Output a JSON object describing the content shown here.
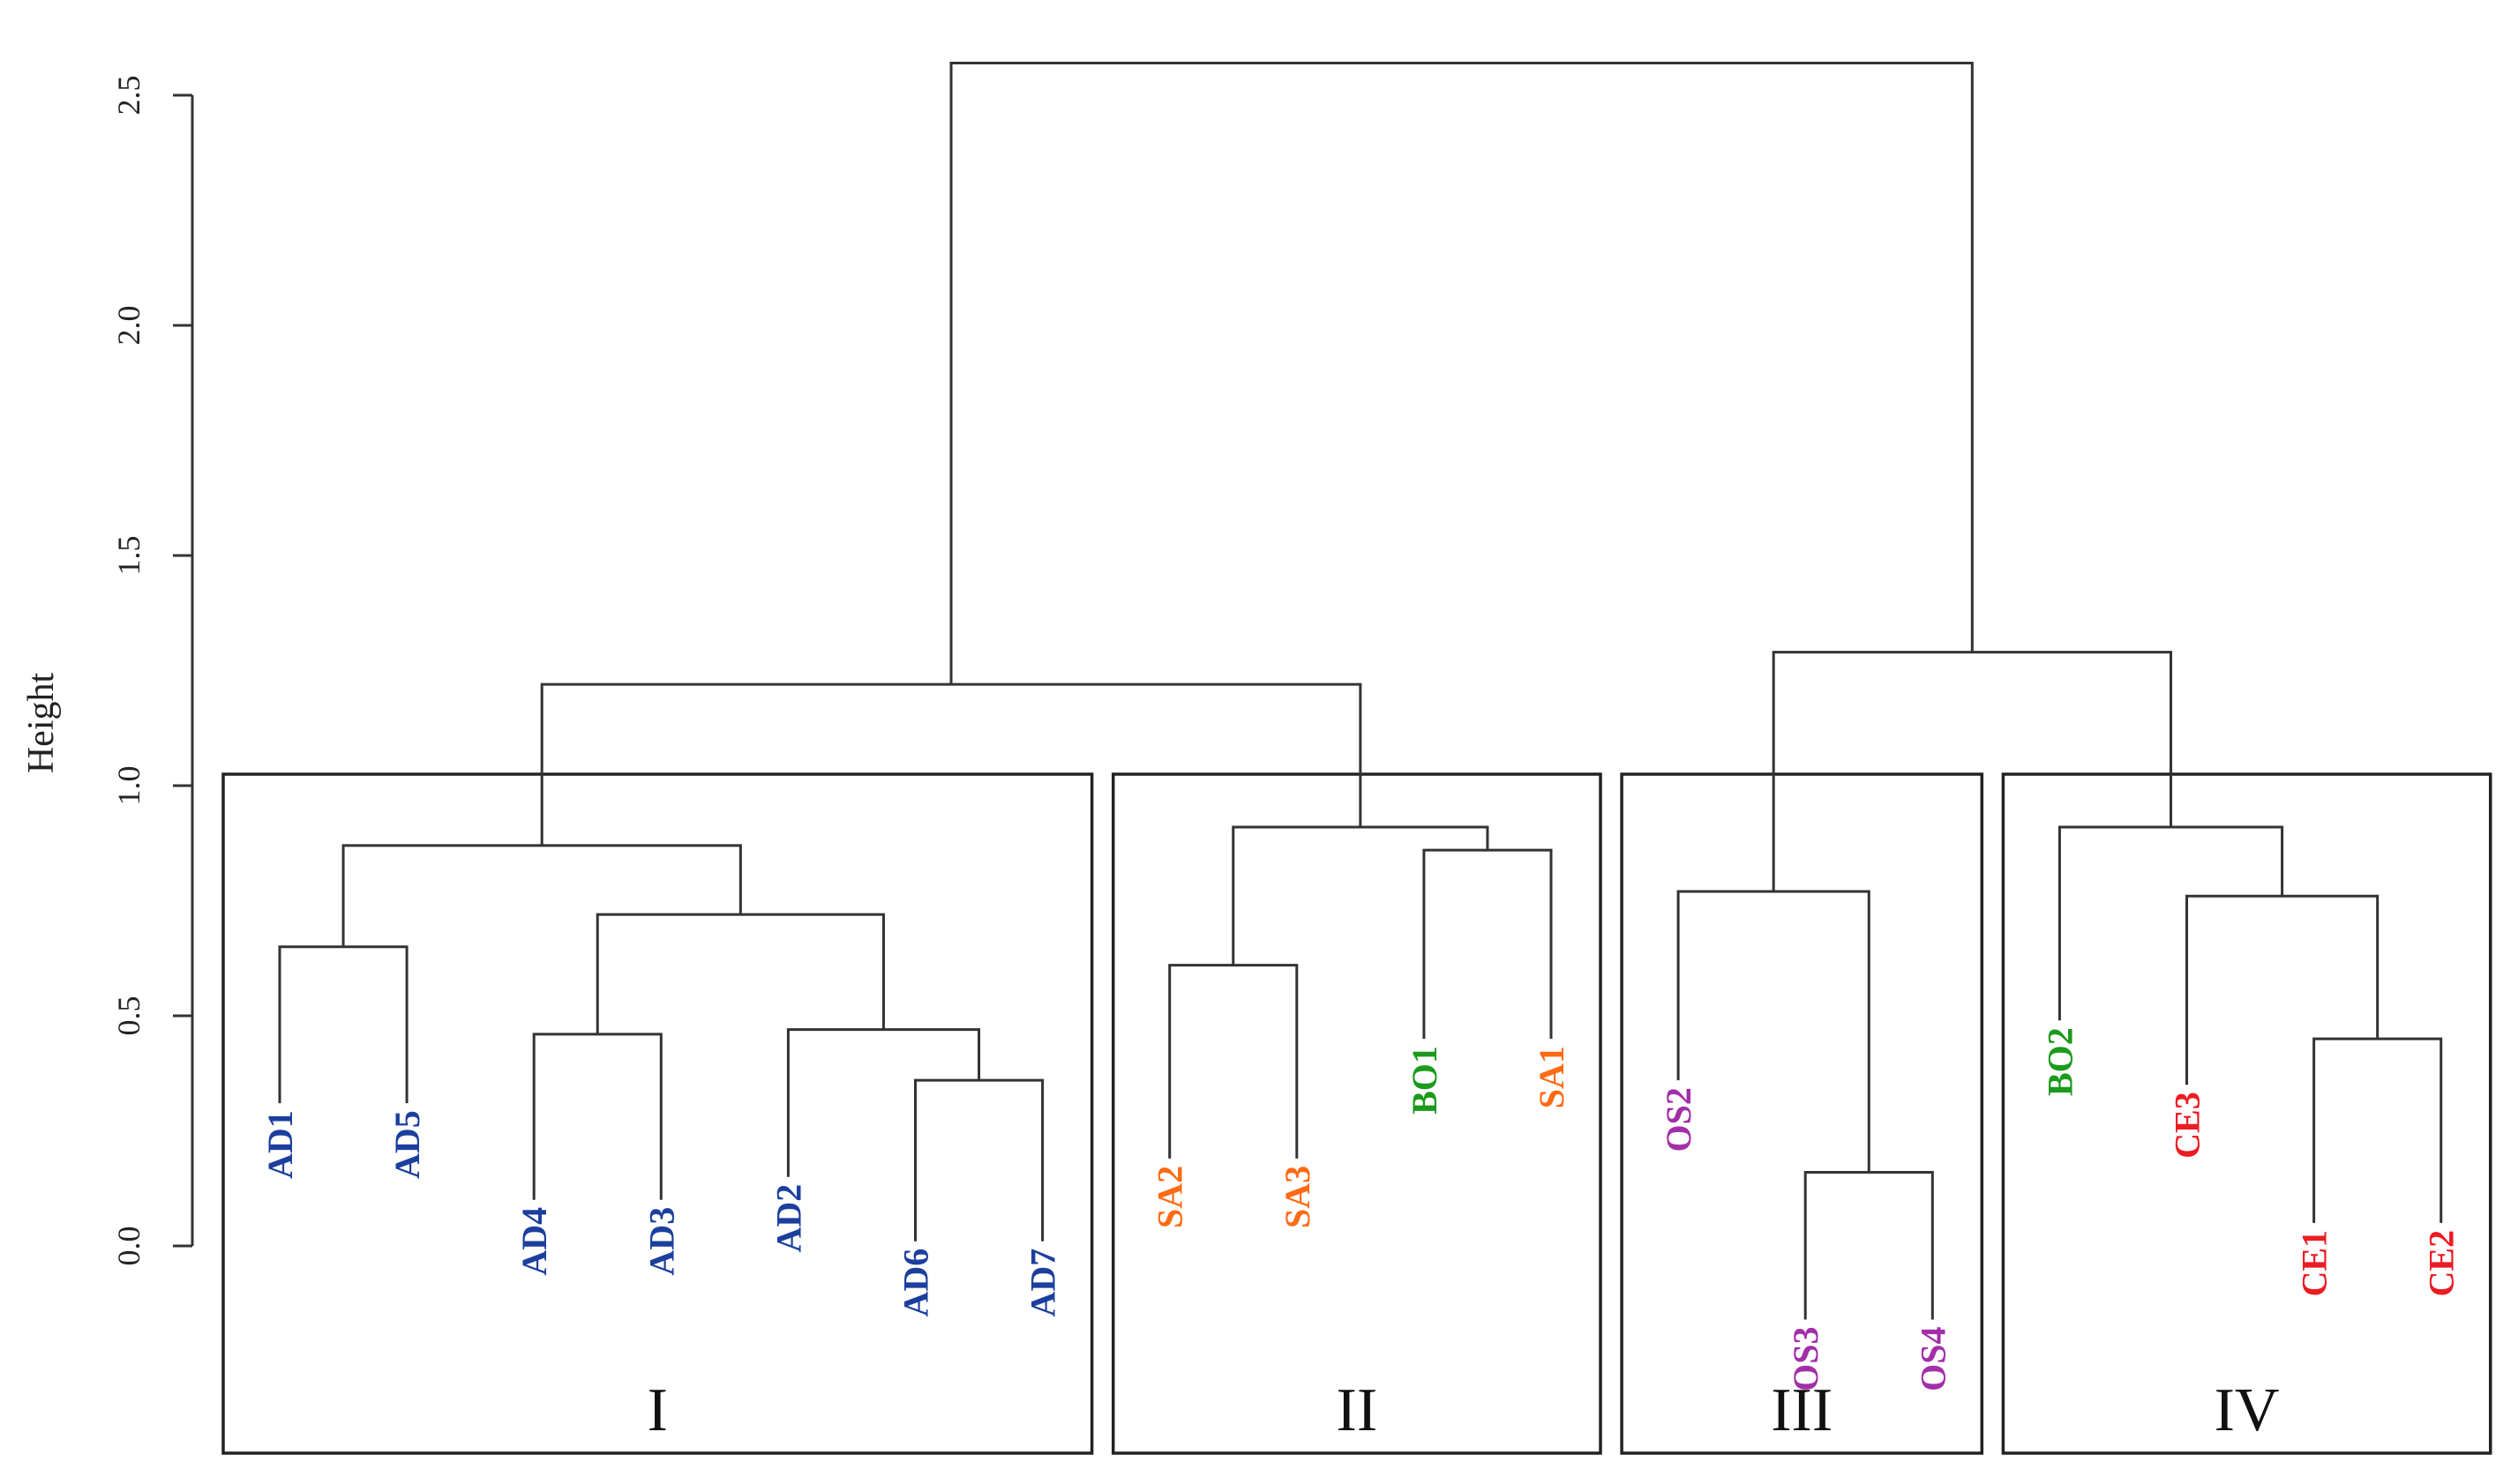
{
  "chart_data": {
    "type": "dendrogram",
    "ylabel": "Height",
    "yticks": [
      0.0,
      0.5,
      1.0,
      1.5,
      2.0,
      2.5
    ],
    "colors": {
      "AD": "#1c3f9e",
      "SA": "#ff6a13",
      "BO": "#1b9a1b",
      "OS": "#a22fa8",
      "CE": "#ec1c24"
    },
    "leaves": [
      {
        "label": "AD1",
        "color": "#1c3f9e"
      },
      {
        "label": "AD5",
        "color": "#1c3f9e"
      },
      {
        "label": "AD4",
        "color": "#1c3f9e"
      },
      {
        "label": "AD3",
        "color": "#1c3f9e"
      },
      {
        "label": "AD2",
        "color": "#1c3f9e"
      },
      {
        "label": "AD6",
        "color": "#1c3f9e"
      },
      {
        "label": "AD7",
        "color": "#1c3f9e"
      },
      {
        "label": "SA2",
        "color": "#ff6a13"
      },
      {
        "label": "SA3",
        "color": "#ff6a13"
      },
      {
        "label": "BO1",
        "color": "#1b9a1b"
      },
      {
        "label": "SA1",
        "color": "#ff6a13"
      },
      {
        "label": "OS2",
        "color": "#a22fa8"
      },
      {
        "label": "OS3",
        "color": "#a22fa8"
      },
      {
        "label": "OS4",
        "color": "#a22fa8"
      },
      {
        "label": "BO2",
        "color": "#1b9a1b"
      },
      {
        "label": "CE3",
        "color": "#ec1c24"
      },
      {
        "label": "CE1",
        "color": "#ec1c24"
      },
      {
        "label": "CE2",
        "color": "#ec1c24"
      }
    ],
    "leaf_heights": {
      "AD1": 0.31,
      "AD5": 0.31,
      "AD4": 0.1,
      "AD3": 0.1,
      "AD2": 0.15,
      "AD6": 0.01,
      "AD7": 0.01,
      "SA2": 0.19,
      "SA3": 0.19,
      "BO1": 0.45,
      "SA1": 0.45,
      "OS2": 0.36,
      "OS3": -0.16,
      "OS4": -0.16,
      "BO2": 0.49,
      "CE3": 0.35,
      "CE1": 0.05,
      "CE2": 0.05
    },
    "merges": [
      {
        "left": [
          "leaf",
          "AD6"
        ],
        "right": [
          "leaf",
          "AD7"
        ],
        "height": 0.36
      },
      {
        "left": [
          "leaf",
          "OS3"
        ],
        "right": [
          "leaf",
          "OS4"
        ],
        "height": 0.16
      },
      {
        "left": [
          "leaf",
          "CE1"
        ],
        "right": [
          "leaf",
          "CE2"
        ],
        "height": 0.45
      },
      {
        "left": [
          "leaf",
          "AD4"
        ],
        "right": [
          "leaf",
          "AD3"
        ],
        "height": 0.46
      },
      {
        "left": [
          "leaf",
          "AD2"
        ],
        "right": [
          "node",
          0
        ],
        "height": 0.47
      },
      {
        "left": [
          "leaf",
          "SA2"
        ],
        "right": [
          "leaf",
          "SA3"
        ],
        "height": 0.61
      },
      {
        "left": [
          "leaf",
          "AD1"
        ],
        "right": [
          "leaf",
          "AD5"
        ],
        "height": 0.65
      },
      {
        "left": [
          "node",
          3
        ],
        "right": [
          "node",
          4
        ],
        "height": 0.72
      },
      {
        "left": [
          "leaf",
          "CE3"
        ],
        "right": [
          "node",
          2
        ],
        "height": 0.76
      },
      {
        "left": [
          "leaf",
          "OS2"
        ],
        "right": [
          "node",
          1
        ],
        "height": 0.77
      },
      {
        "left": [
          "leaf",
          "BO1"
        ],
        "right": [
          "leaf",
          "SA1"
        ],
        "height": 0.86
      },
      {
        "left": [
          "node",
          6
        ],
        "right": [
          "node",
          7
        ],
        "height": 0.87
      },
      {
        "left": [
          "leaf",
          "BO2"
        ],
        "right": [
          "node",
          8
        ],
        "height": 0.91
      },
      {
        "left": [
          "node",
          5
        ],
        "right": [
          "node",
          10
        ],
        "height": 0.91
      },
      {
        "left": [
          "node",
          9
        ],
        "right": [
          "node",
          12
        ],
        "height": 1.29
      },
      {
        "left": [
          "node",
          11
        ],
        "right": [
          "node",
          13
        ],
        "height": 1.22
      },
      {
        "left": [
          "node",
          15
        ],
        "right": [
          "node",
          14
        ],
        "height": 2.57
      }
    ],
    "clusters": [
      {
        "label": "I",
        "first_leaf": "AD1",
        "last_leaf": "AD7"
      },
      {
        "label": "II",
        "first_leaf": "SA2",
        "last_leaf": "SA1"
      },
      {
        "label": "III",
        "first_leaf": "OS2",
        "last_leaf": "OS4"
      },
      {
        "label": "IV",
        "first_leaf": "BO2",
        "last_leaf": "CE2"
      }
    ]
  }
}
